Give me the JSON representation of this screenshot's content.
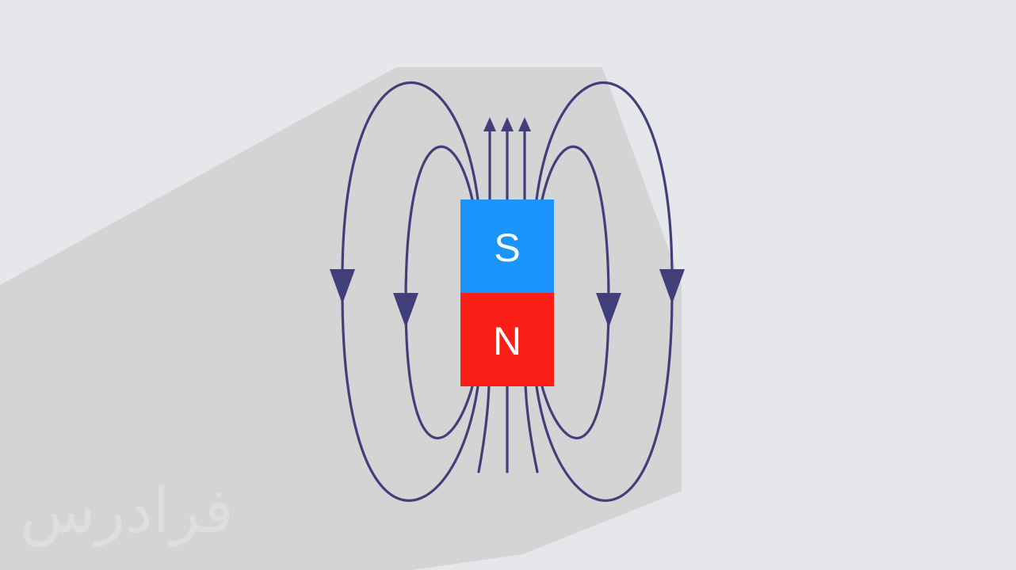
{
  "magnet": {
    "south_label": "S",
    "north_label": "N"
  },
  "colors": {
    "background": "#e6e7ea",
    "shadow": "#d4d4d5",
    "south_pole": "#1b95fb",
    "north_pole": "#fb1f17",
    "field_line": "#403f7a",
    "watermark": "#dedede"
  },
  "field_arrows": {
    "outer_loops": "downward",
    "center_lines": "upward"
  },
  "watermark": {
    "text": "فرادرس"
  }
}
